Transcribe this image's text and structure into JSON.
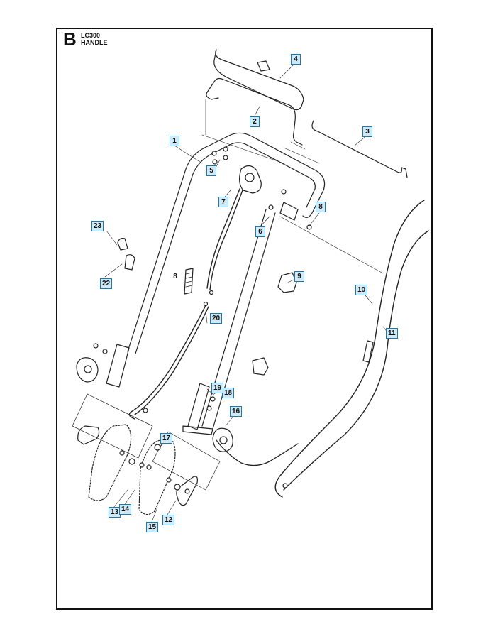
{
  "header": {
    "section": "B",
    "model": "LC300",
    "title": "HANDLE"
  },
  "callouts": [
    {
      "id": "c1",
      "label": "1",
      "boxed": true
    },
    {
      "id": "c2",
      "label": "2",
      "boxed": true
    },
    {
      "id": "c3",
      "label": "3",
      "boxed": true
    },
    {
      "id": "c4",
      "label": "4",
      "boxed": true
    },
    {
      "id": "c5",
      "label": "5",
      "boxed": true
    },
    {
      "id": "c6",
      "label": "6",
      "boxed": true
    },
    {
      "id": "c7",
      "label": "7",
      "boxed": true
    },
    {
      "id": "c8a",
      "label": "8",
      "boxed": false
    },
    {
      "id": "c8b",
      "label": "8",
      "boxed": true
    },
    {
      "id": "c9",
      "label": "9",
      "boxed": true
    },
    {
      "id": "c10",
      "label": "10",
      "boxed": true
    },
    {
      "id": "c11",
      "label": "11",
      "boxed": true
    },
    {
      "id": "c12",
      "label": "12",
      "boxed": true
    },
    {
      "id": "c13",
      "label": "13",
      "boxed": true
    },
    {
      "id": "c14",
      "label": "14",
      "boxed": true
    },
    {
      "id": "c15",
      "label": "15",
      "boxed": true
    },
    {
      "id": "c16",
      "label": "16",
      "boxed": true
    },
    {
      "id": "c17",
      "label": "17",
      "boxed": true
    },
    {
      "id": "c18",
      "label": "18",
      "boxed": true
    },
    {
      "id": "c19",
      "label": "19",
      "boxed": true
    },
    {
      "id": "c20",
      "label": "20",
      "boxed": true
    },
    {
      "id": "c22",
      "label": "22",
      "boxed": true
    },
    {
      "id": "c23",
      "label": "23",
      "boxed": true
    }
  ],
  "colors": {
    "frame": "#111111",
    "callout_fill": "#cfe9f7",
    "callout_border": "#1a7ab0"
  }
}
